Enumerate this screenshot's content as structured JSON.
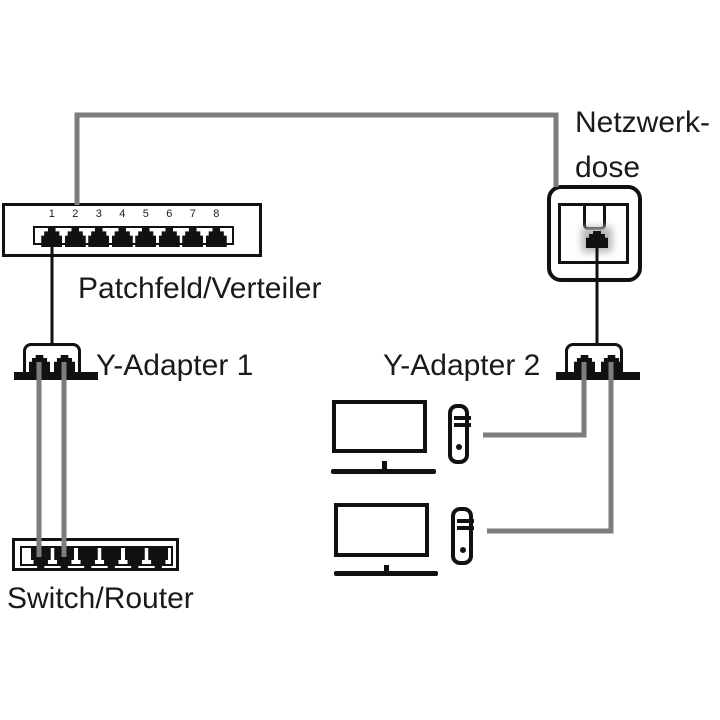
{
  "colors": {
    "background": "#ffffff",
    "line": "#111111",
    "cable": "#7d7d7d",
    "text": "#1a1a1a"
  },
  "patch_panel": {
    "label": "Patchfeld/Verteiler",
    "ports": [
      "1",
      "2",
      "3",
      "4",
      "5",
      "6",
      "7",
      "8"
    ]
  },
  "network_socket": {
    "label_line1": "Netzwerk-",
    "label_line2": "dose",
    "port_count": 1
  },
  "y_adapter_1": {
    "label": "Y-Adapter 1",
    "port_count": 2
  },
  "y_adapter_2": {
    "label": "Y-Adapter 2",
    "port_count": 2
  },
  "switch_router": {
    "label": "Switch/Router",
    "port_count": 6
  },
  "computers": {
    "count": 2
  },
  "connections": [
    {
      "from": "patch-panel",
      "to": "network-socket",
      "style": "gray-cable"
    },
    {
      "from": "patch-panel-port-1",
      "to": "y-adapter-1",
      "style": "black-line"
    },
    {
      "from": "y-adapter-1",
      "to": "switch-router-ports-1-2",
      "style": "gray-cables"
    },
    {
      "from": "network-socket",
      "to": "y-adapter-2",
      "style": "black-line"
    },
    {
      "from": "y-adapter-2-port-1",
      "to": "pc-1",
      "style": "gray-cable"
    },
    {
      "from": "y-adapter-2-port-2",
      "to": "pc-2",
      "style": "gray-cable"
    }
  ]
}
